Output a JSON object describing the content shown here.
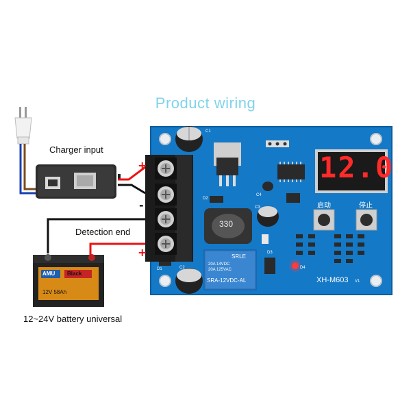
{
  "title": "Product wiring",
  "labels": {
    "charger_input": "Charger input",
    "detection_end": "Detection end",
    "battery": "12~24V battery universal"
  },
  "polarity": {
    "plus": "+",
    "minus": "-"
  },
  "board": {
    "display": "12.0",
    "inductor": "330",
    "relay_brand": "SRLE",
    "relay_spec1": "20A 14VDC",
    "relay_spec2": "20A 125VAC",
    "relay_model": "SRA-12VDC-AL",
    "start_button": "启动",
    "stop_button": "停止",
    "model": "XH-M603",
    "version": "V1",
    "c1": "C1",
    "d1": "D1",
    "d2": "D2",
    "c2": "C2",
    "c3": "C3",
    "c4": "C4",
    "d4": "D4",
    "d3": "D3"
  },
  "battery_text": {
    "brand": "AMU",
    "badge": "Black",
    "spec": "12V 58Ah"
  },
  "colors": {
    "board": "#1479c7",
    "display_digits": "#ff2a2a",
    "title": "#7fd3ea",
    "plus": "#e11111"
  }
}
